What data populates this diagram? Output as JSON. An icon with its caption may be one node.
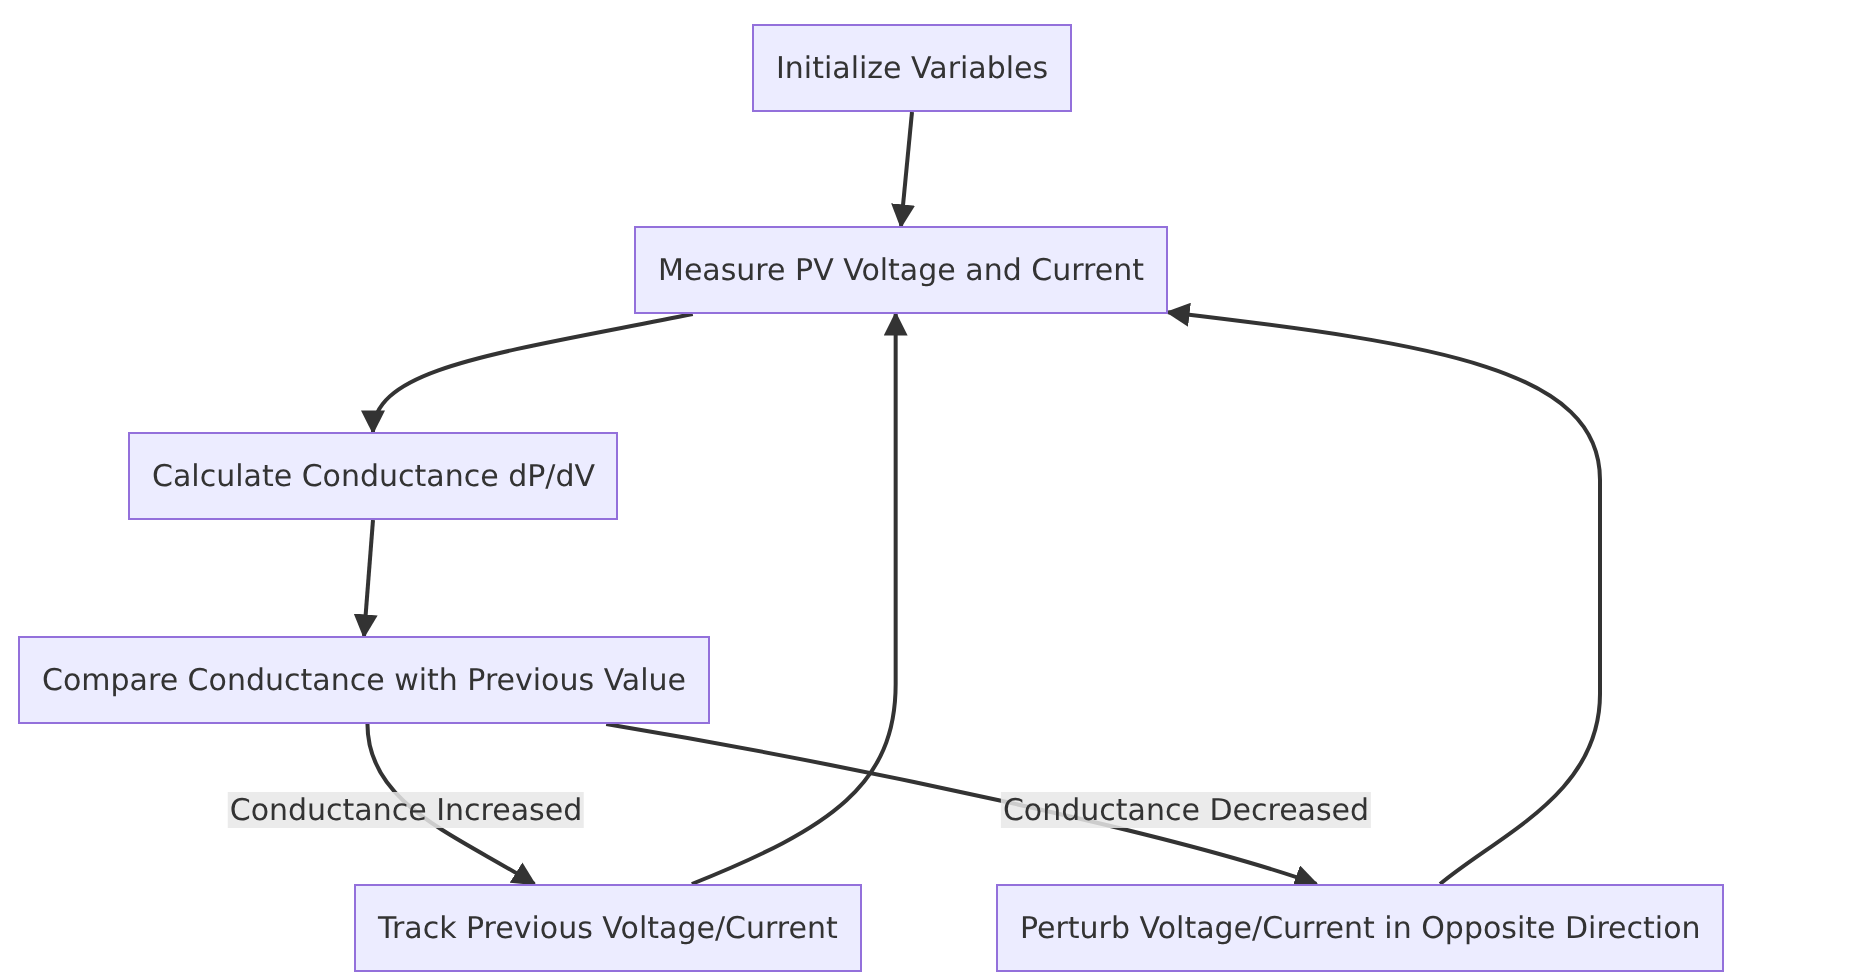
{
  "diagram": {
    "nodes": [
      {
        "text": [
          "Initialize Variables"
        ]
      },
      {
        "text": [
          "Measure PV Voltage and Current"
        ]
      },
      {
        "text": [
          "Calculate Conductance dP/dV"
        ]
      },
      {
        "text": [
          "Compare Conductance with Previous Value"
        ]
      },
      {
        "text": [
          "Track Previous Voltage/Current"
        ]
      },
      {
        "text": [
          "Perturb Voltage/Current in Opposite Direction"
        ]
      }
    ],
    "edges": [
      {
        "from": 0,
        "to": 1,
        "arrow": "to"
      },
      {
        "from": 1,
        "to": 2,
        "arrow": "to"
      },
      {
        "from": 2,
        "to": 3,
        "arrow": "to"
      },
      {
        "from": 3,
        "to": 4,
        "arrow": "to",
        "label": "Conductance Increased"
      },
      {
        "from": 3,
        "to": 5,
        "arrow": "to",
        "label": "Conductance Decreased"
      },
      {
        "from": 4,
        "to": 1,
        "arrow": "to"
      },
      {
        "from": 5,
        "to": 1,
        "arrow": "to"
      }
    ]
  }
}
